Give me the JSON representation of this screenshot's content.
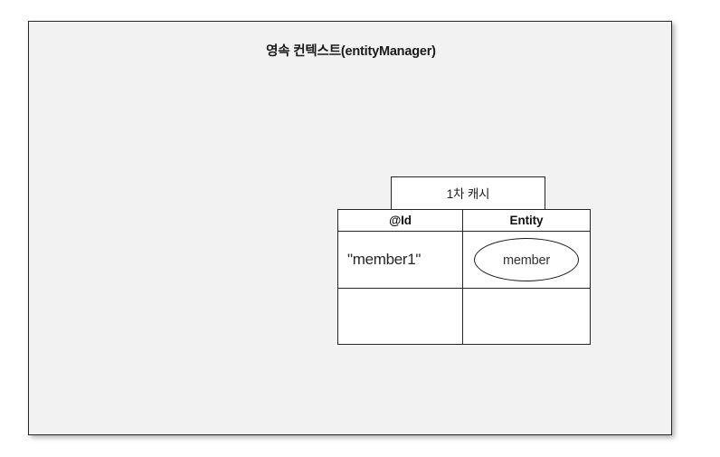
{
  "slide": {
    "title": "영속 컨텍스트(entityManager)",
    "background_color": "#f2f2f2",
    "border_color": "#262626"
  },
  "cache_diagram": {
    "tab_label": "1차 캐시",
    "table": {
      "headers": [
        "@Id",
        "Entity"
      ],
      "rows": [
        {
          "id": "\"member1\"",
          "entity": "member",
          "entity_shape": "ellipse"
        },
        {
          "id": "",
          "entity": "",
          "entity_shape": "none"
        }
      ]
    }
  }
}
